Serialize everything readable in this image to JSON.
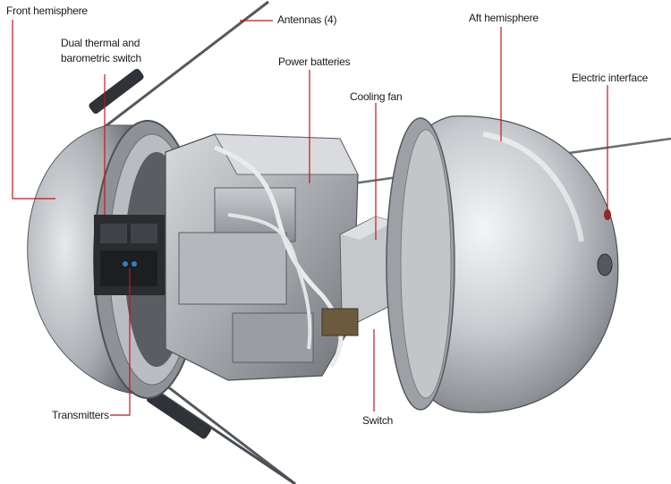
{
  "labels": {
    "front_hemisphere": "Front hemisphere",
    "dual_switch_line1": "Dual thermal and",
    "dual_switch_line2": "barometric switch",
    "antennas": "Antennas (4)",
    "power_batteries": "Power batteries",
    "cooling_fan": "Cooling fan",
    "aft_hemisphere": "Aft hemisphere",
    "electric_interface": "Electric interface",
    "transmitters": "Transmitters",
    "switch": "Switch"
  },
  "colors": {
    "callout_line": "#c4161c",
    "label_text": "#1a1a1a",
    "metal_light": "#e6e8ea",
    "metal_dark": "#7a7e83"
  }
}
